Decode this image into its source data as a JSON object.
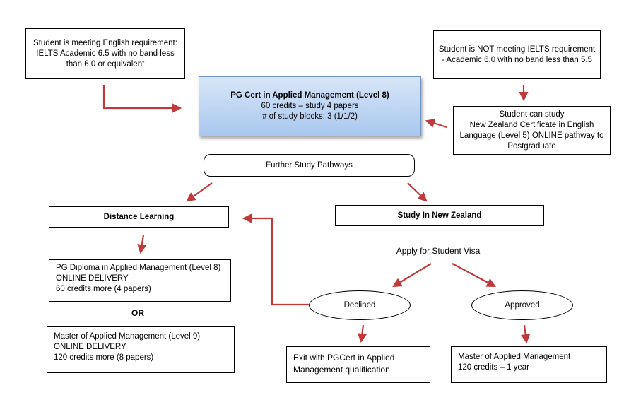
{
  "english_met": {
    "lines": [
      "Student is meeting English requirement:",
      "IELTS Academic 6.5 with no band less",
      "than 6.0 or equivalent"
    ]
  },
  "english_not_met": {
    "lines": [
      "Student is NOT meeting IELTS requirement",
      "- Academic 6.0 with no band less than 5.5"
    ]
  },
  "pg_cert": {
    "title": "PG Cert in Applied Management (Level 8)",
    "lines": [
      "60 credits – study 4 papers",
      "# of study blocks: 3 (1/1/2)"
    ]
  },
  "nz_certificate": {
    "lines": [
      "Student can study",
      "New Zealand Certificate in English",
      "Language (Level 5) ONLINE pathway to",
      "Postgraduate"
    ]
  },
  "further_study": {
    "label": "Further Study Pathways"
  },
  "distance_learning": {
    "label": "Distance Learning"
  },
  "study_nz": {
    "label": "Study In New Zealand"
  },
  "pg_diploma": {
    "lines": [
      "PG Diploma in Applied Management (Level 8)",
      "ONLINE DELIVERY",
      "60 credits more (4 papers)"
    ]
  },
  "or_label": "OR",
  "master_online": {
    "lines": [
      "Master of Applied Management (Level 9)",
      "ONLINE DELIVERY",
      "120 credits more (8 papers)"
    ]
  },
  "visa": {
    "label": "Apply for Student Visa"
  },
  "declined": {
    "label": "Declined"
  },
  "approved": {
    "label": "Approved"
  },
  "exit_pgcert": {
    "lines": [
      "Exit with PGCert in Applied",
      "Management qualification"
    ]
  },
  "master_nz": {
    "lines": [
      "Master of Applied Management",
      "120 credits – 1 year"
    ]
  },
  "colors": {
    "arrow": "#c0393b",
    "box_border": "#000000",
    "pg_cert_fill": "#b8d1f1"
  }
}
